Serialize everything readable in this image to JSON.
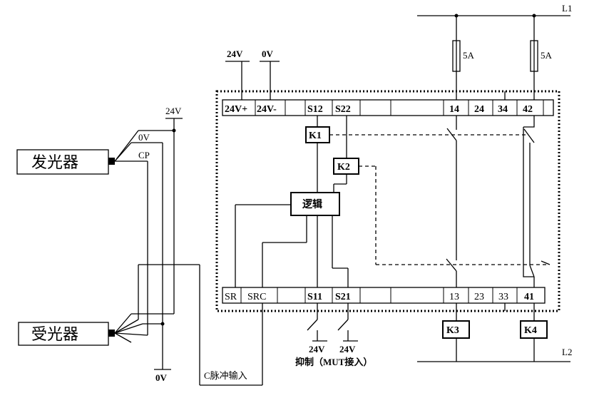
{
  "title": "",
  "devices": {
    "emitter": "发光器",
    "receiver": "受光器",
    "logic": "逻辑",
    "relays": [
      "K1",
      "K2",
      "K3",
      "K4"
    ]
  },
  "supply": {
    "v24": "24V",
    "v0": "0V",
    "cp": "CP",
    "top_24v": "24V",
    "top_0v": "0V",
    "bottom_0v": "0V",
    "l1": "L1",
    "l2": "L2"
  },
  "fuses": [
    "5A",
    "5A"
  ],
  "terminals_top": [
    "24V+",
    "24V-",
    "S12",
    "S22",
    "",
    "",
    "14",
    "24",
    "34",
    "42"
  ],
  "terminals_bottom": [
    "SR",
    "SRC",
    "",
    "S11",
    "S21",
    "",
    "",
    "13",
    "23",
    "33",
    "41"
  ],
  "inputs": {
    "s11_24v": "24V",
    "s21_24v": "24V",
    "caption": "抑制（MUT接入）",
    "pulse_input": "C脉冲输入"
  }
}
